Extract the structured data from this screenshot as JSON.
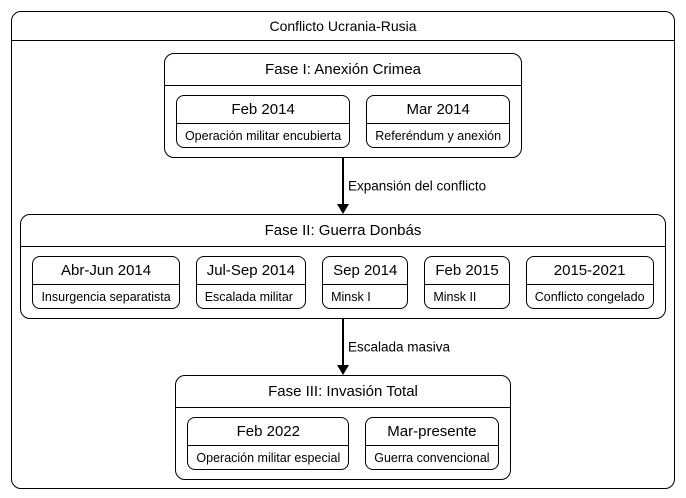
{
  "diagram": {
    "title": "Conflicto Ucrania-Rusia",
    "colors": {
      "stroke": "#000000",
      "background": "#ffffff",
      "text": "#000000"
    },
    "icons": {
      "arrow_head": "css-triangle-down"
    },
    "phases": [
      {
        "title": "Fase I: Anexión Crimea",
        "events": [
          {
            "date": "Feb 2014",
            "description": "Operación militar encubierta"
          },
          {
            "date": "Mar 2014",
            "description": "Referéndum y anexión"
          }
        ]
      },
      {
        "title": "Fase II: Guerra Donbás",
        "events": [
          {
            "date": "Abr-Jun 2014",
            "description": "Insurgencia separatista"
          },
          {
            "date": "Jul-Sep 2014",
            "description": "Escalada militar"
          },
          {
            "date": "Sep 2014",
            "description": "Minsk I"
          },
          {
            "date": "Feb 2015",
            "description": "Minsk II"
          },
          {
            "date": "2015-2021",
            "description": "Conflicto congelado"
          }
        ]
      },
      {
        "title": "Fase III: Invasión Total",
        "events": [
          {
            "date": "Feb 2022",
            "description": "Operación militar especial"
          },
          {
            "date": "Mar-presente",
            "description": "Guerra convencional"
          }
        ]
      }
    ],
    "transitions": [
      {
        "label": "Expansión del conflicto"
      },
      {
        "label": "Escalada masiva"
      }
    ]
  }
}
